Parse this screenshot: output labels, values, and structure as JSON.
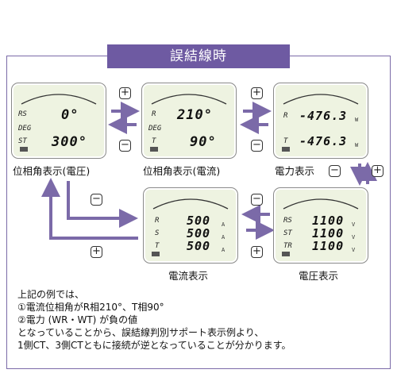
{
  "title": "誤結線時",
  "panels": {
    "phase_voltage": {
      "caption": "位相角表示(電圧)",
      "rows": [
        {
          "label": "RS",
          "value": "0°",
          "unit": ""
        },
        {
          "label": "DEG",
          "value": "",
          "unit": ""
        },
        {
          "label": "ST",
          "value": "300°",
          "unit": ""
        }
      ]
    },
    "phase_current": {
      "caption": "位相角表示(電流)",
      "rows": [
        {
          "label": "R",
          "value": "210°",
          "unit": ""
        },
        {
          "label": "DEG",
          "value": "",
          "unit": ""
        },
        {
          "label": "T",
          "value": "90°",
          "unit": ""
        }
      ]
    },
    "power": {
      "caption": "電力表示",
      "rows": [
        {
          "label": "R",
          "value": "-476.3",
          "unit": "W"
        },
        {
          "label": "T",
          "value": "-476.3",
          "unit": "W"
        }
      ]
    },
    "current": {
      "caption": "電流表示",
      "rows": [
        {
          "label": "R",
          "value": "500",
          "unit": "A"
        },
        {
          "label": "S",
          "value": "500",
          "unit": "A"
        },
        {
          "label": "T",
          "value": "500",
          "unit": "A"
        }
      ]
    },
    "voltage": {
      "caption": "電圧表示",
      "rows": [
        {
          "label": "RS",
          "value": "1100",
          "unit": "V"
        },
        {
          "label": "ST",
          "value": "1100",
          "unit": "V"
        },
        {
          "label": "TR",
          "value": "1100",
          "unit": "V"
        }
      ]
    }
  },
  "buttons": {
    "plus": "+",
    "minus": "−"
  },
  "note": {
    "line1": "上記の例では、",
    "line2": "①電流位相角がR相210°、T相90°",
    "line3": "②電力 (WR・WT) が負の値",
    "line4": "となっていることから、誤結線判別サポート表示例より、",
    "line5": "1側CT、3側CTともに接続が逆となっていることが分かります。"
  },
  "colors": {
    "accent": "#6e5aa2",
    "arrow": "#7b6aa8",
    "lcd_bg": "#eef3e1"
  }
}
